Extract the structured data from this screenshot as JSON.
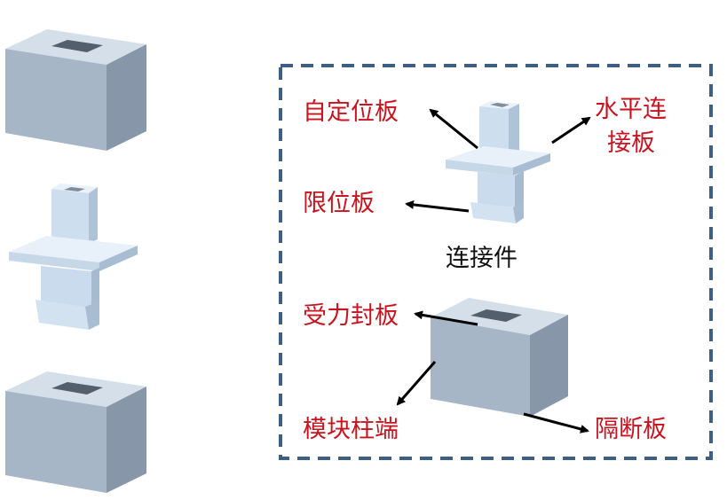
{
  "labels": {
    "self_positioning_plate": "自定位板",
    "horizontal_connect_1": "水平连",
    "horizontal_connect_2": "接板",
    "limit_plate": "限位板",
    "connector": "连接件",
    "load_sealing_plate": "受力封板",
    "module_column_end": "模块柱端",
    "partition_plate": "隔断板"
  },
  "colors": {
    "label_red": "#c8141e",
    "frame_blue": "#3d5f84",
    "block_face": "#a9b8c8",
    "connector_body": "#cfe0f0"
  }
}
